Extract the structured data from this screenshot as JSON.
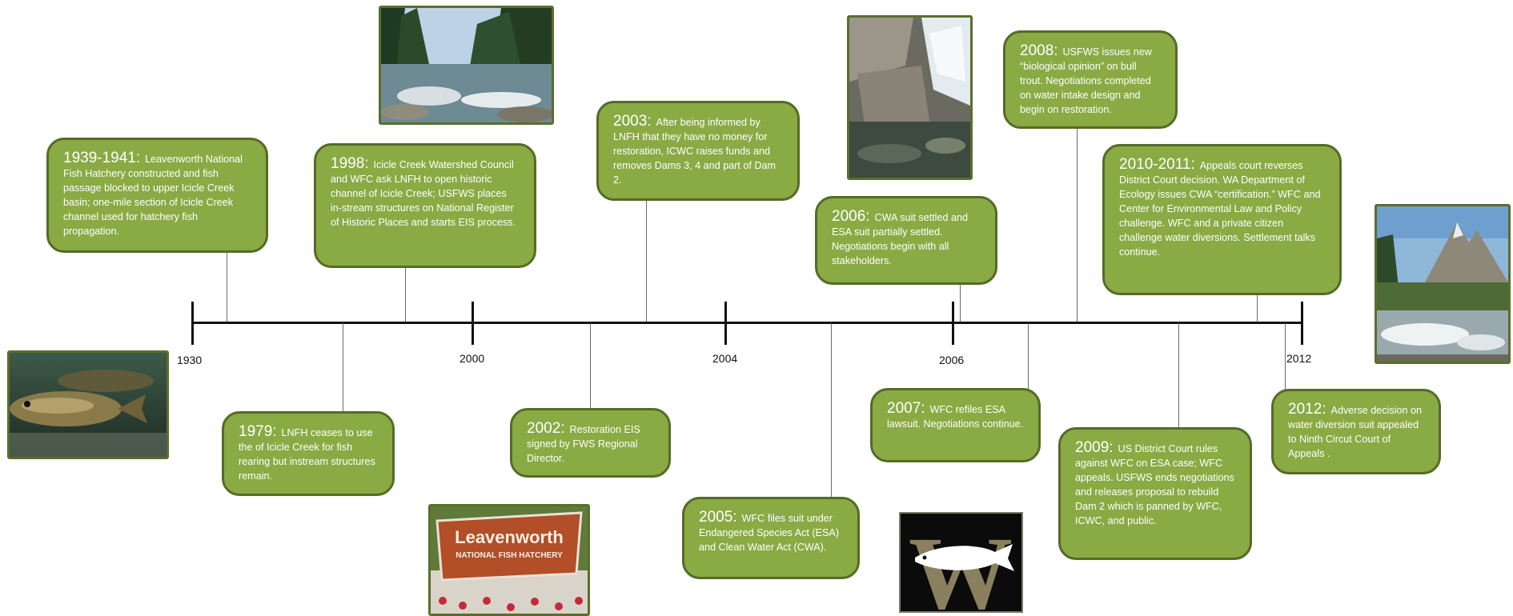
{
  "timeline": {
    "axis_labels": [
      "1930",
      "2000",
      "2004",
      "2006",
      "2012"
    ],
    "events": [
      {
        "year": "1939-1941:",
        "text": "Leavenworth National Fish Hatchery constructed and fish passage blocked to upper Icicle Creek basin; one-mile section of Icicle Creek channel used for hatchery fish propagation."
      },
      {
        "year": "1979:",
        "text": "LNFH ceases to use the of Icicle Creek for fish rearing but instream structures remain."
      },
      {
        "year": "1998:",
        "text": "Icicle Creek Watershed Council and WFC ask LNFH to open historic channel of Icicle Creek; USFWS places in-stream structures on National Register of Historic Places and starts EIS process."
      },
      {
        "year": "2002:",
        "text": "Restoration EIS signed by FWS Regional Director."
      },
      {
        "year": "2003:",
        "text": "After being informed by LNFH that they have no money for restoration, ICWC raises funds and removes Dams 3, 4 and part of Dam 2."
      },
      {
        "year": "2005:",
        "text": "WFC files suit under Endangered Species Act (ESA) and Clean Water Act  (CWA)."
      },
      {
        "year": "2006:",
        "text": "CWA suit settled and ESA suit partially settled. Negotiations begin with all stakeholders."
      },
      {
        "year": "2007:",
        "text": "WFC refiles ESA lawsuit.  Negotiations continue."
      },
      {
        "year": "2008:",
        "text": "USFWS issues new “biological opinion” on bull trout. Negotiations completed on water intake design and begin on restoration."
      },
      {
        "year": "2009:",
        "text": "US District Court rules against WFC on ESA case; WFC appeals.  USFWS ends negotiations and releases proposal to rebuild Dam 2 which is panned by WFC, ICWC, and public."
      },
      {
        "year": "2010-2011:",
        "text": "Appeals court reverses District Court decision. WA Department of Ecology issues CWA “certification.” WFC and Center for Environmental Law and Policy challenge.  WFC and a private citizen challenge water diversions.  Settlement talks continue."
      },
      {
        "year": "2012:",
        "text": "Adverse decision on water diversion suit appealed  to Ninth Circut Court of Appeals ."
      }
    ],
    "sign": {
      "line1": "Leavenworth",
      "line2": "NATIONAL FISH HATCHERY"
    },
    "logo_letters": "W",
    "colors": {
      "box_fill": "#8aaa44",
      "box_border": "#556b27",
      "axis": "#111111",
      "text": "#ffffff"
    }
  }
}
